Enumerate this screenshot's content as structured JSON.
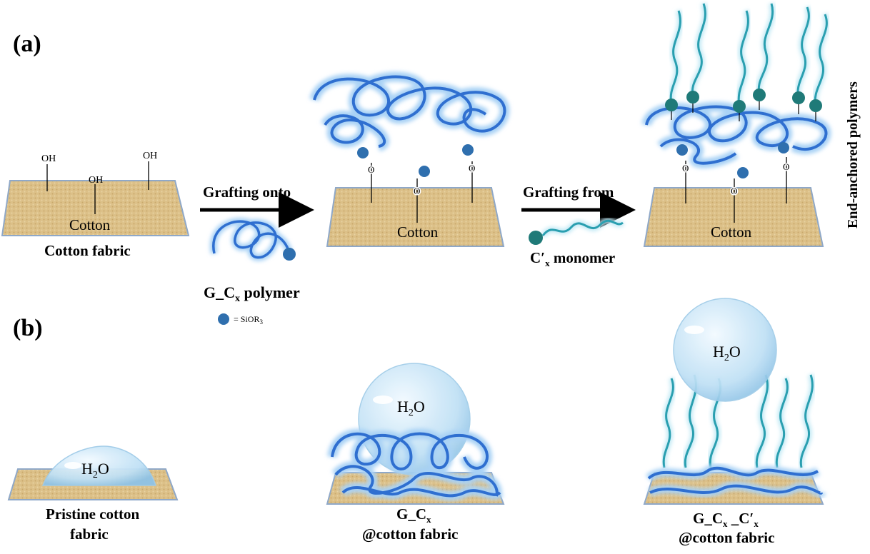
{
  "panel_a": {
    "label": "(a)",
    "oh_label": "OH",
    "o_label": "O",
    "cotton_label": "Cotton",
    "cotton_fabric_caption": "Cotton fabric",
    "grafting_onto_label": "Grafting onto",
    "polymer_caption_main": "G_C",
    "polymer_caption_sub": "x",
    "polymer_caption_tail": " polymer",
    "legend_main": "= SiOR",
    "legend_sub": "3",
    "grafting_from_label": "Grafting from",
    "monomer_caption_main": "C′",
    "monomer_caption_sub": "x",
    "monomer_caption_tail": " monomer",
    "side_label": "End-anchored polymers"
  },
  "panel_b": {
    "label": "(b)",
    "water_main": "H",
    "water_sub": "2",
    "water_tail": "O",
    "pristine_line1": "Pristine cotton",
    "pristine_line2": "fabric",
    "gcx_line1_main": "G_C",
    "gcx_line1_sub": "x",
    "gcx_line2": "@cotton fabric",
    "gcxc_line1_a": "G_C",
    "gcxc_line1_a_sub": "x",
    "gcxc_line1_b": " _C′",
    "gcxc_line1_b_sub": "x",
    "gcxc_line2": "@cotton fabric"
  },
  "colors": {
    "fabric_fill": "#dcc088",
    "fabric_edge": "#8fa8c8",
    "polymer": "#2f6fd0",
    "polymer_glow": "#a9d2f5",
    "brush": "#2a9fb0",
    "brush_glow": "#bfe8f4",
    "sphere": "#2f6fae",
    "anchor": "#1f7a78",
    "droplet": "#cbe6f6",
    "arrow": "#000000"
  }
}
